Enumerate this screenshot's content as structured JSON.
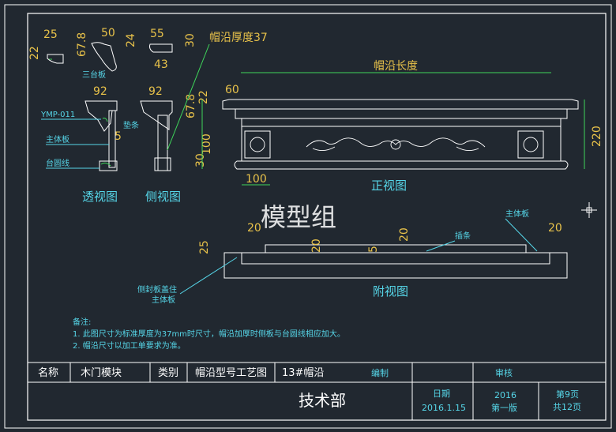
{
  "colors": {
    "background": "#212830",
    "frame": "#ffffff",
    "outline": "#ffffff",
    "cyan": "#56d6e8",
    "dimension": "#e8c24a",
    "green": "#3fd65a"
  },
  "profiles": {
    "d1": "25",
    "d2": "22",
    "d3": "67.8",
    "d4": "50",
    "d5": "24",
    "d6": "55",
    "d7": "30",
    "d8": "43",
    "label_sanjiaoban": "三台板"
  },
  "perspective": {
    "d_width": "92",
    "label_ymp": "YMP-011",
    "label_dian": "垫条",
    "d_five": "5",
    "label_zhuti": "主体板",
    "label_taiyuan": "台圆线",
    "title": "透视图"
  },
  "side": {
    "d_width": "92",
    "d_height": "67.8",
    "title": "侧视图"
  },
  "front": {
    "thick_note": "帽沿厚度37",
    "length_label": "帽沿长度",
    "d60": "60",
    "d22": "22",
    "d100": "100",
    "d30": "30",
    "d100b": "100",
    "d220": "220",
    "title": "正视图"
  },
  "watermark": "模型组",
  "top": {
    "d25": "25",
    "d20a": "20",
    "d20b": "20",
    "d20c": "20",
    "d5": "5",
    "d20d": "20",
    "label_zhuti": "主体板",
    "label_chatiao": "插条",
    "label_cover_1": "侧封板盖住",
    "label_cover_2": "主体板",
    "title": "附视图"
  },
  "notes": {
    "heading": "备注:",
    "line1": "1. 此图尺寸为标准厚度为37mm时尺寸，帽沿加厚时侧板与台圆线相应加大。",
    "line2": "2. 帽沿尺寸以加工单要求为准。"
  },
  "titleblock": {
    "name_label": "名称",
    "name_value": "木门模块",
    "category_label": "类别",
    "category_value": "帽沿型号工艺图",
    "model": "13#帽沿",
    "drawn_label": "编制",
    "review_label": "审核",
    "department": "技术部",
    "date_label": "日期",
    "date_value": "2016.1.15",
    "year": "2016",
    "edition": "第一版",
    "page": "第9页",
    "total": "共12页"
  }
}
